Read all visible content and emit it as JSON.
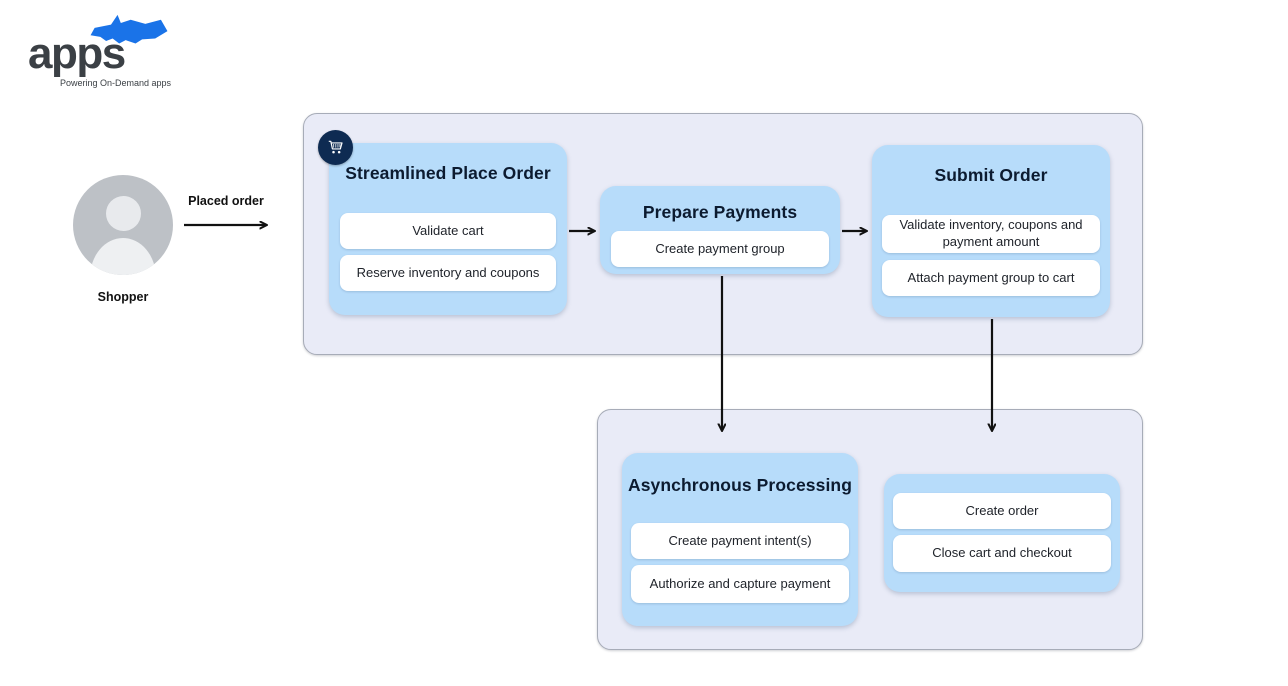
{
  "logo": {
    "brand": "apps",
    "tagline": "Powering On-Demand apps"
  },
  "actor": {
    "name": "Shopper",
    "edge_label": "Placed order"
  },
  "flow": {
    "place_order": {
      "title": "Streamlined Place Order",
      "steps": [
        "Validate cart",
        "Reserve inventory and coupons"
      ]
    },
    "prepare_payments": {
      "title": "Prepare Payments",
      "steps": [
        "Create payment group"
      ]
    },
    "submit_order": {
      "title": "Submit Order",
      "steps": [
        "Validate inventory, coupons and payment amount",
        "Attach payment group to cart"
      ]
    },
    "async_processing": {
      "title": "Asynchronous Processing",
      "steps": [
        "Create payment intent(s)",
        "Authorize and capture payment"
      ]
    },
    "finalize_order": {
      "steps": [
        "Create order",
        "Close cart and checkout"
      ]
    }
  },
  "colors": {
    "card_blue": "#b7dcfa",
    "container_lavender": "#e9ebf7",
    "badge_navy": "#0e2b52",
    "logo_blue": "#1a73e8",
    "title_navy": "#0c1b30",
    "arrow_black": "#111111"
  }
}
